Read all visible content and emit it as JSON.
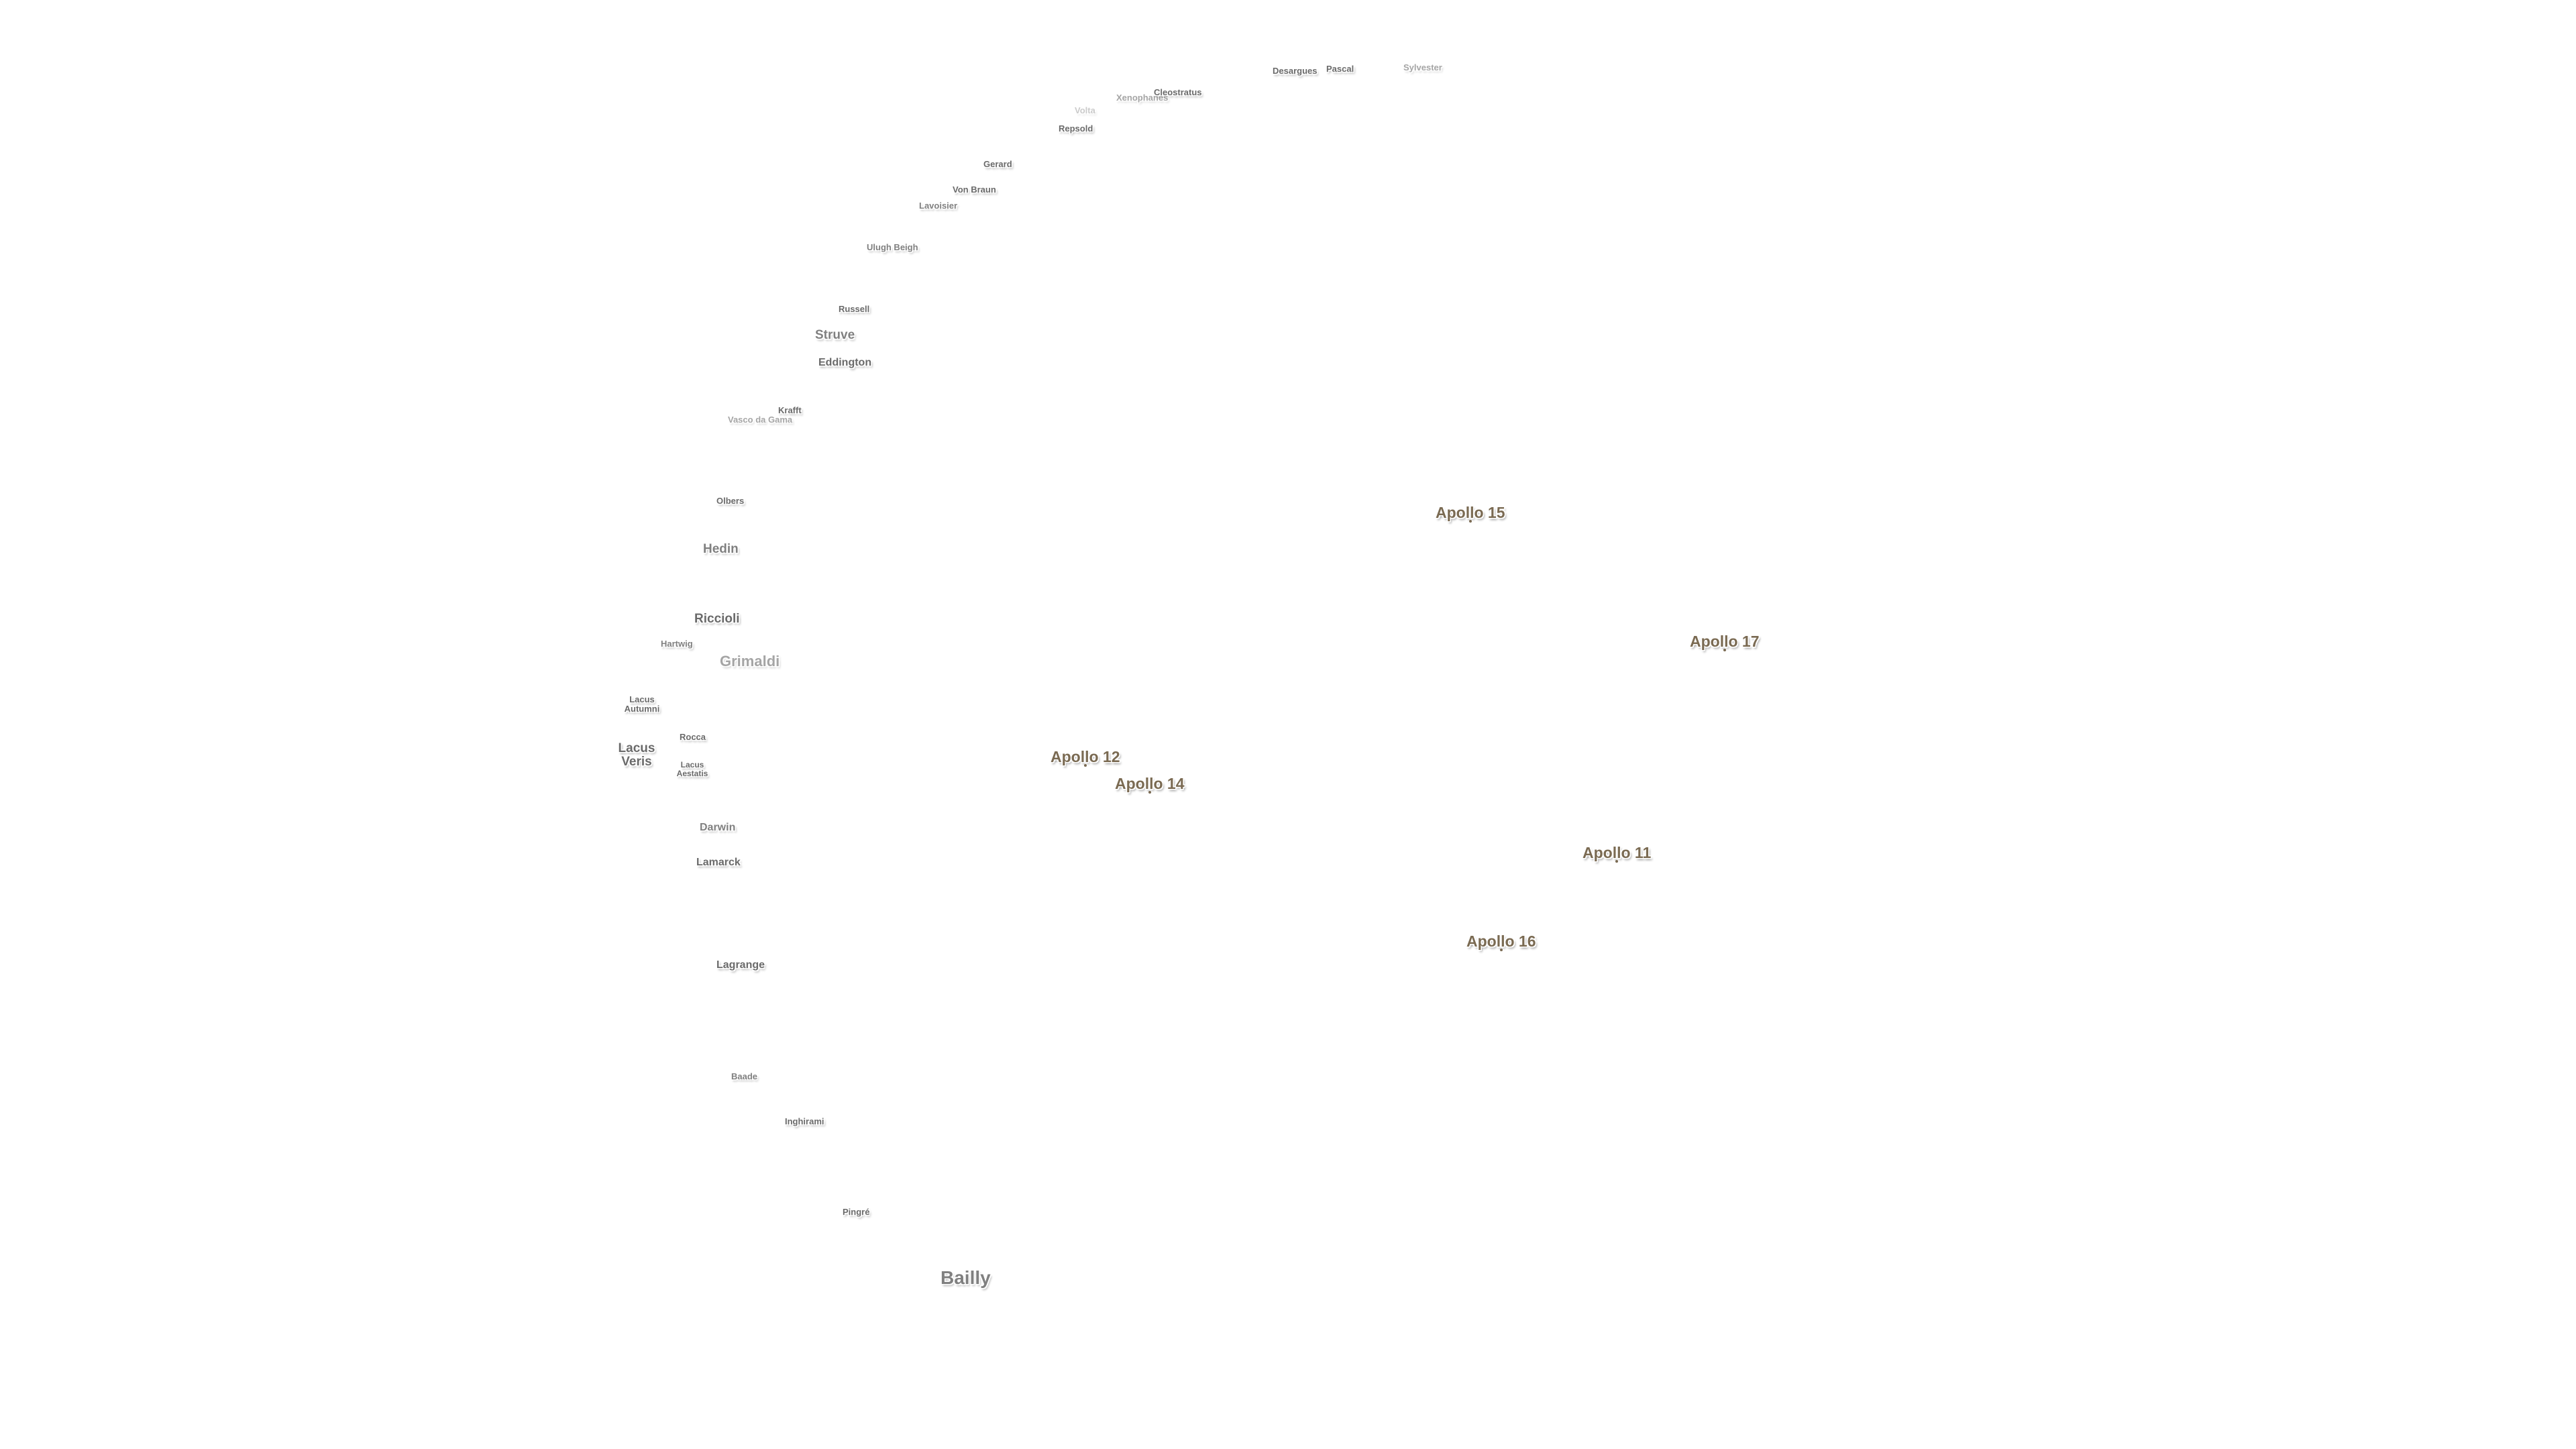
{
  "features": {
    "desargues": "Desargues",
    "pascal": "Pascal",
    "sylvester": "Sylvester",
    "xenophanes": "Xenophanes",
    "cleostratus": "Cleostratus",
    "volta": "Volta",
    "repsold": "Repsold",
    "gerard": "Gerard",
    "von_braun": "Von Braun",
    "lavoisier": "Lavoisier",
    "ulugh_beigh": "Ulugh Beigh",
    "russell": "Russell",
    "struve": "Struve",
    "eddington": "Eddington",
    "krafft": "Krafft",
    "vasco_da_gama": "Vasco da Gama",
    "olbers": "Olbers",
    "hedin": "Hedin",
    "riccioli": "Riccioli",
    "hartwig": "Hartwig",
    "grimaldi": "Grimaldi",
    "lacus_autumni": "Lacus Autumni",
    "rocca": "Rocca",
    "lacus_veris": "Lacus Veris",
    "lacus_aestatis": "Lacus Aestatis",
    "darwin": "Darwin",
    "lamarck": "Lamarck",
    "lagrange": "Lagrange",
    "baade": "Baade",
    "inghirami": "Inghirami",
    "pingre": "Pingré",
    "bailly": "Bailly"
  },
  "landing_sites": {
    "apollo_15": "Apollo 15",
    "apollo_17": "Apollo 17",
    "apollo_12": "Apollo 12",
    "apollo_14": "Apollo 14",
    "apollo_11": "Apollo 11",
    "apollo_16": "Apollo 16"
  },
  "colors": {
    "label": "#6a6a6a",
    "landing_site": "#7a6a52",
    "background": "#ffffff"
  }
}
